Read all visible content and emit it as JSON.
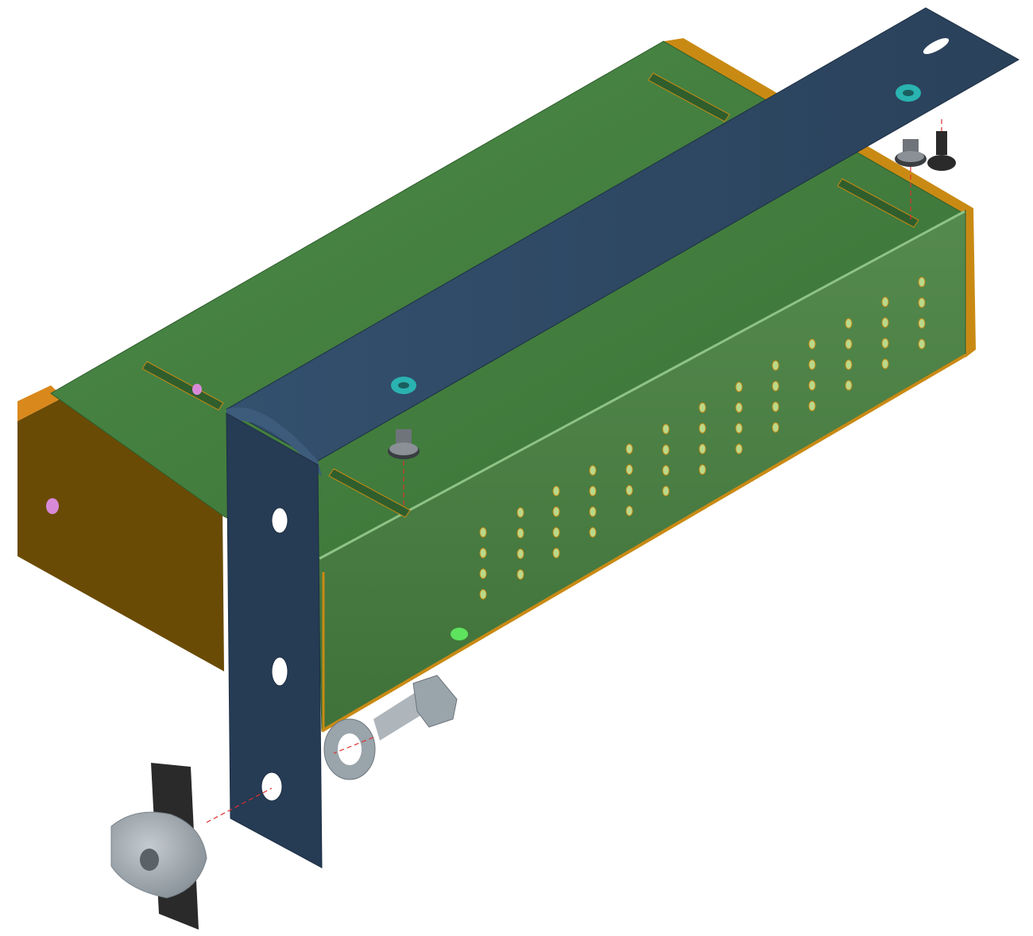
{
  "colors": {
    "background": "#ffffff",
    "enclosure_top": "#3e7a3c",
    "enclosure_side": "#4a7d45",
    "enclosure_edge": "#c98a14",
    "enclosure_end": "#6a4b05",
    "bracket": "#2e4560",
    "bracket_dark": "#263b54",
    "washer_teal": "#2ab3b0",
    "fastener_gray": "#9aa4ab",
    "fastener_dark": "#2a2a2a",
    "pin_pink": "#d88ad8",
    "led_green": "#5ee35e",
    "axis_line": "#e03030"
  },
  "parts": [
    {
      "name": "enclosure",
      "type": "sheet-metal-box"
    },
    {
      "name": "mounting-bracket",
      "type": "l-bracket"
    },
    {
      "name": "washer",
      "type": "flat-washer"
    },
    {
      "name": "hex-bolt",
      "type": "bolt"
    },
    {
      "name": "cage-nut",
      "type": "nut"
    },
    {
      "name": "pan-screw",
      "type": "screw"
    },
    {
      "name": "standoff",
      "type": "standoff"
    }
  ]
}
